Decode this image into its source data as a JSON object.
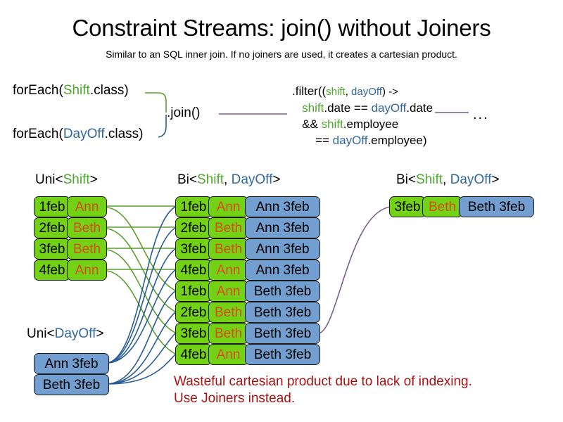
{
  "slide": {
    "title": "Constraint Streams: join() without Joiners",
    "subtitle": "Similar to an SQL inner join. If no joiners are used, it creates a cartesian product."
  },
  "colors": {
    "shift_green": "#4ea72e",
    "dayoff_blue": "#33689e",
    "box_green": "#73d216",
    "box_blue": "#729fcf",
    "name_orange": "#d94b10",
    "warning_red": "#aa1111",
    "wire_green": "#5a9e2f",
    "wire_blue": "#2a5c96",
    "wire_purple": "#7c5f8f"
  },
  "code": {
    "foreach_shift": {
      "prefix": "forEach(",
      "type": "Shift",
      "suffix": ".class)"
    },
    "foreach_dayoff": {
      "prefix": "forEach(",
      "type": "DayOff",
      "suffix": ".class)"
    },
    "join": ".join()",
    "ellipsis": "...",
    "filter": {
      "line1_a": ".filter((",
      "line1_shift": "shift",
      "line1_comma": ", ",
      "line1_dayoff": "dayOff",
      "line1_b": ") ->",
      "line2_shift": "shift",
      "line2_a": ".date == ",
      "line2_dayoff": "dayOff",
      "line2_b": ".date",
      "line3_a": "&& ",
      "line3_shift": "shift",
      "line3_b": ".employee",
      "line4_a": "== ",
      "line4_dayoff": "dayOff",
      "line4_b": ".employee)"
    }
  },
  "headers": {
    "uni_shift": {
      "pre": "Uni<",
      "type": "Shift",
      "post": ">"
    },
    "bi_middle": {
      "pre": "Bi<",
      "type_a": "Shift",
      "sep": ", ",
      "type_b": "DayOff",
      "post": ">"
    },
    "bi_right": {
      "pre": "Bi<",
      "type_a": "Shift",
      "sep": ", ",
      "type_b": "DayOff",
      "post": ">"
    },
    "uni_dayoff": {
      "pre": "Uni<",
      "type": "DayOff",
      "post": ">"
    }
  },
  "shift_stream": [
    {
      "date": "1feb",
      "employee": "Ann"
    },
    {
      "date": "2feb",
      "employee": "Beth"
    },
    {
      "date": "3feb",
      "employee": "Beth"
    },
    {
      "date": "4feb",
      "employee": "Ann"
    }
  ],
  "dayoff_stream": [
    {
      "pair": "Ann 3feb"
    },
    {
      "pair": "Beth 3feb"
    }
  ],
  "cartesian_stream": [
    {
      "date": "1feb",
      "employee": "Ann",
      "pair": "Ann 3feb"
    },
    {
      "date": "2feb",
      "employee": "Beth",
      "pair": "Ann 3feb"
    },
    {
      "date": "3feb",
      "employee": "Beth",
      "pair": "Ann 3feb"
    },
    {
      "date": "4feb",
      "employee": "Ann",
      "pair": "Ann 3feb"
    },
    {
      "date": "1feb",
      "employee": "Ann",
      "pair": "Beth 3feb"
    },
    {
      "date": "2feb",
      "employee": "Beth",
      "pair": "Beth 3feb"
    },
    {
      "date": "3feb",
      "employee": "Beth",
      "pair": "Beth 3feb"
    },
    {
      "date": "4feb",
      "employee": "Ann",
      "pair": "Beth 3feb"
    }
  ],
  "result_stream": [
    {
      "date": "3feb",
      "employee": "Beth",
      "pair": "Beth 3feb"
    }
  ],
  "warning": {
    "line1": "Wasteful cartesian product due to lack of indexing.",
    "line2": "Use Joiners instead."
  }
}
